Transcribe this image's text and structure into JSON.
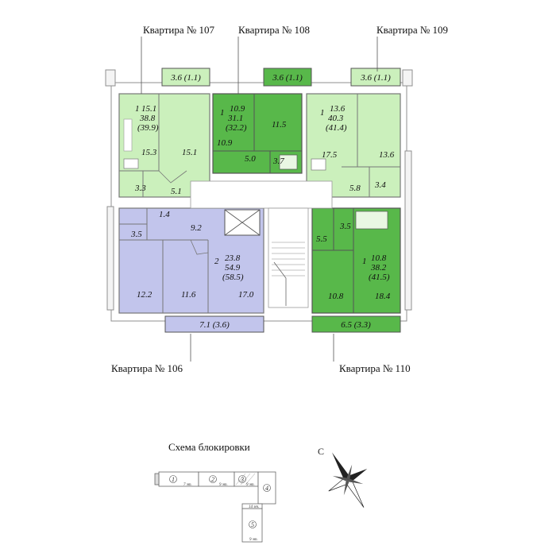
{
  "colors": {
    "light_green": "#cbf0bc",
    "green": "#58b84a",
    "blue": "#c2c5ec",
    "wall": "#9a9a9a",
    "balcony_border": "#555555"
  },
  "apartments": {
    "a107": {
      "label": "Квартира № 107",
      "rooms_count": "1",
      "living": "15.1",
      "total": "38.8",
      "total_with_balcony": "(39.9)",
      "balcony": "3.6 (1.1)",
      "areas": [
        "15.3",
        "15.1",
        "3.3",
        "5.1"
      ]
    },
    "a108": {
      "label": "Квартира №  108",
      "rooms_count": "1",
      "living": "10.9",
      "total": "31.1",
      "total_with_balcony": "(32.2)",
      "balcony": "3.6 (1.1)",
      "areas": [
        "11.5",
        "10.9",
        "5.0",
        "3.7"
      ]
    },
    "a109": {
      "label": "Квартира № 109",
      "rooms_count": "1",
      "living": "13.6",
      "total": "40.3",
      "total_with_balcony": "(41.4)",
      "balcony": "3.6 (1.1)",
      "areas": [
        "17.5",
        "13.6",
        "5.8",
        "3.4"
      ]
    },
    "a106": {
      "label": "Квартира № 106",
      "rooms_count": "2",
      "living": "23.8",
      "total": "54.9",
      "total_with_balcony": "(58.5)",
      "balcony": "7.1 (3.6)",
      "areas": [
        "1.4",
        "3.5",
        "9.2",
        "12.2",
        "11.6",
        "17.0"
      ]
    },
    "a110": {
      "label": "Квартира № 110",
      "rooms_count": "1",
      "living": "10.8",
      "total": "38.2",
      "total_with_balcony": "(41.5)",
      "balcony": "6.5 (3.3)",
      "areas": [
        "5.5",
        "3.5",
        "10.8",
        "18.4"
      ]
    }
  },
  "schema": {
    "title": "Схема блокировки",
    "sections": [
      "1",
      "2",
      "3",
      "4",
      "5"
    ],
    "floor_notes": [
      "7 эт.",
      "9 эт.",
      "9 эт.",
      "14 эт.",
      "9 эт."
    ]
  },
  "compass": {
    "north_label": "С"
  }
}
